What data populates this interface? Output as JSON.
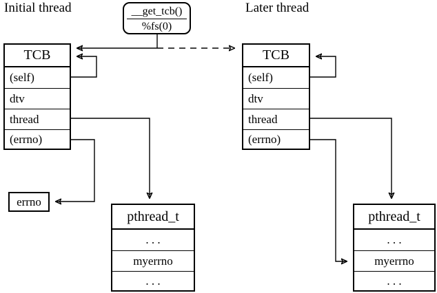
{
  "diagram": {
    "title_left": "Initial thread",
    "title_right": "Later thread",
    "accessor_box": {
      "line1": "__get_tcb()",
      "line2": "%fs(0)"
    },
    "tcb_left": {
      "header": "TCB",
      "rows": [
        "(self)",
        "dtv",
        "thread",
        "(errno)"
      ]
    },
    "tcb_right": {
      "header": "TCB",
      "rows": [
        "(self)",
        "dtv",
        "thread",
        "(errno)"
      ]
    },
    "errno_box": {
      "label": "errno"
    },
    "pthread_left": {
      "header": "pthread_t",
      "rows": [
        ". . .",
        "myerrno",
        ". . ."
      ]
    },
    "pthread_right": {
      "header": "pthread_t",
      "rows": [
        ". . .",
        "myerrno",
        ". . ."
      ]
    },
    "colors": {
      "stroke": "#000000",
      "background": "#ffffff"
    }
  }
}
